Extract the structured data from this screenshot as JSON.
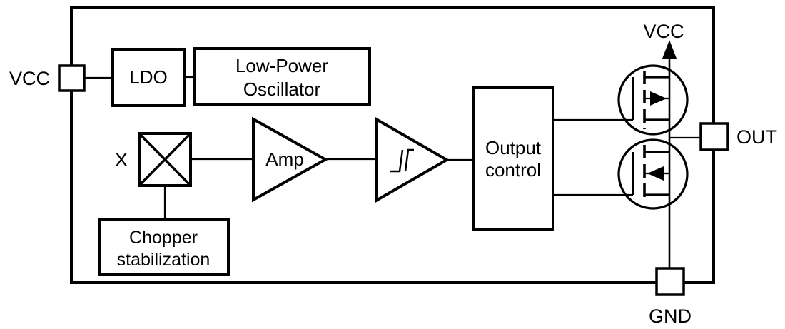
{
  "diagram": {
    "pins": {
      "vcc_left": "VCC",
      "vcc_top": "VCC",
      "out": "OUT",
      "gnd": "GND"
    },
    "blocks": {
      "ldo": "LDO",
      "oscillator_line1": "Low-Power",
      "oscillator_line2": "Oscillator",
      "multiplier": "X",
      "amp": "Amp",
      "output_control_line1": "Output",
      "output_control_line2": "control",
      "chopper_line1": "Chopper",
      "chopper_line2": "stabilization"
    },
    "colors": {
      "stroke": "#000000",
      "background": "#ffffff"
    }
  }
}
